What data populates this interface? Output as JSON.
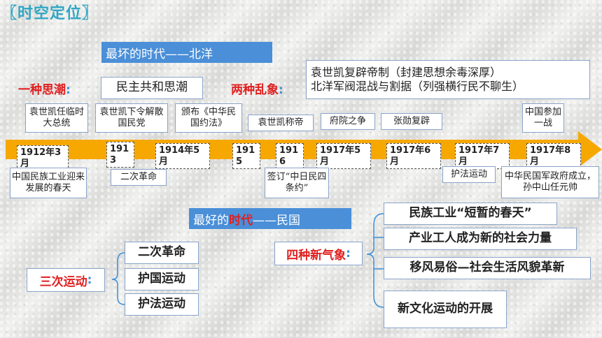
{
  "header": {
    "title": "〖时空定位〗"
  },
  "banners": {
    "worst": {
      "pre": "最坏的时代——北洋",
      "highlight": ""
    },
    "best": {
      "pre": "最好的",
      "highlight": "时代",
      "post": "——民国"
    }
  },
  "trend": {
    "label": "一种思潮",
    "item": "民主共和思潮"
  },
  "chaos": {
    "label": "两种乱象",
    "line1": "袁世凯复辟帝制（封建思想余毒深厚）",
    "line2_pre": "北洋军阀混战与割据（列强横行民不聊生）"
  },
  "events_above": [
    "袁世凯任临时大总统",
    "袁世凯下令解散国民党",
    "颁布《中华民国约法》",
    "袁世凯称帝",
    "府院之争",
    "张勋复辟",
    "中国参加一战"
  ],
  "dates": [
    "1912年3月",
    "1913",
    "1914年5月",
    "1915",
    "1916",
    "1917年5月",
    "1917年6月",
    "1917年7月",
    "1917年8月"
  ],
  "events_below": [
    "中国民族工业迎来发展的春天",
    "二次革命",
    "签订“中日民四条约”",
    "护法运动",
    "中华民国军政府成立，孙中山任元帅"
  ],
  "movements": {
    "label": "三次运动",
    "items": [
      "二次革命",
      "护国运动",
      "护法运动"
    ]
  },
  "new_trends": {
    "label": "四种新气象",
    "items": [
      "民族工业“短暂的春天”",
      "产业工人成为新的社会力量",
      "移风易俗—社会生活风貌革新",
      "新文化运动的开展"
    ]
  },
  "colors": {
    "arrow": "#f6a800",
    "banner": "#4a8fd8",
    "accent_red": "#e02020",
    "title": "#2fa7c4"
  }
}
